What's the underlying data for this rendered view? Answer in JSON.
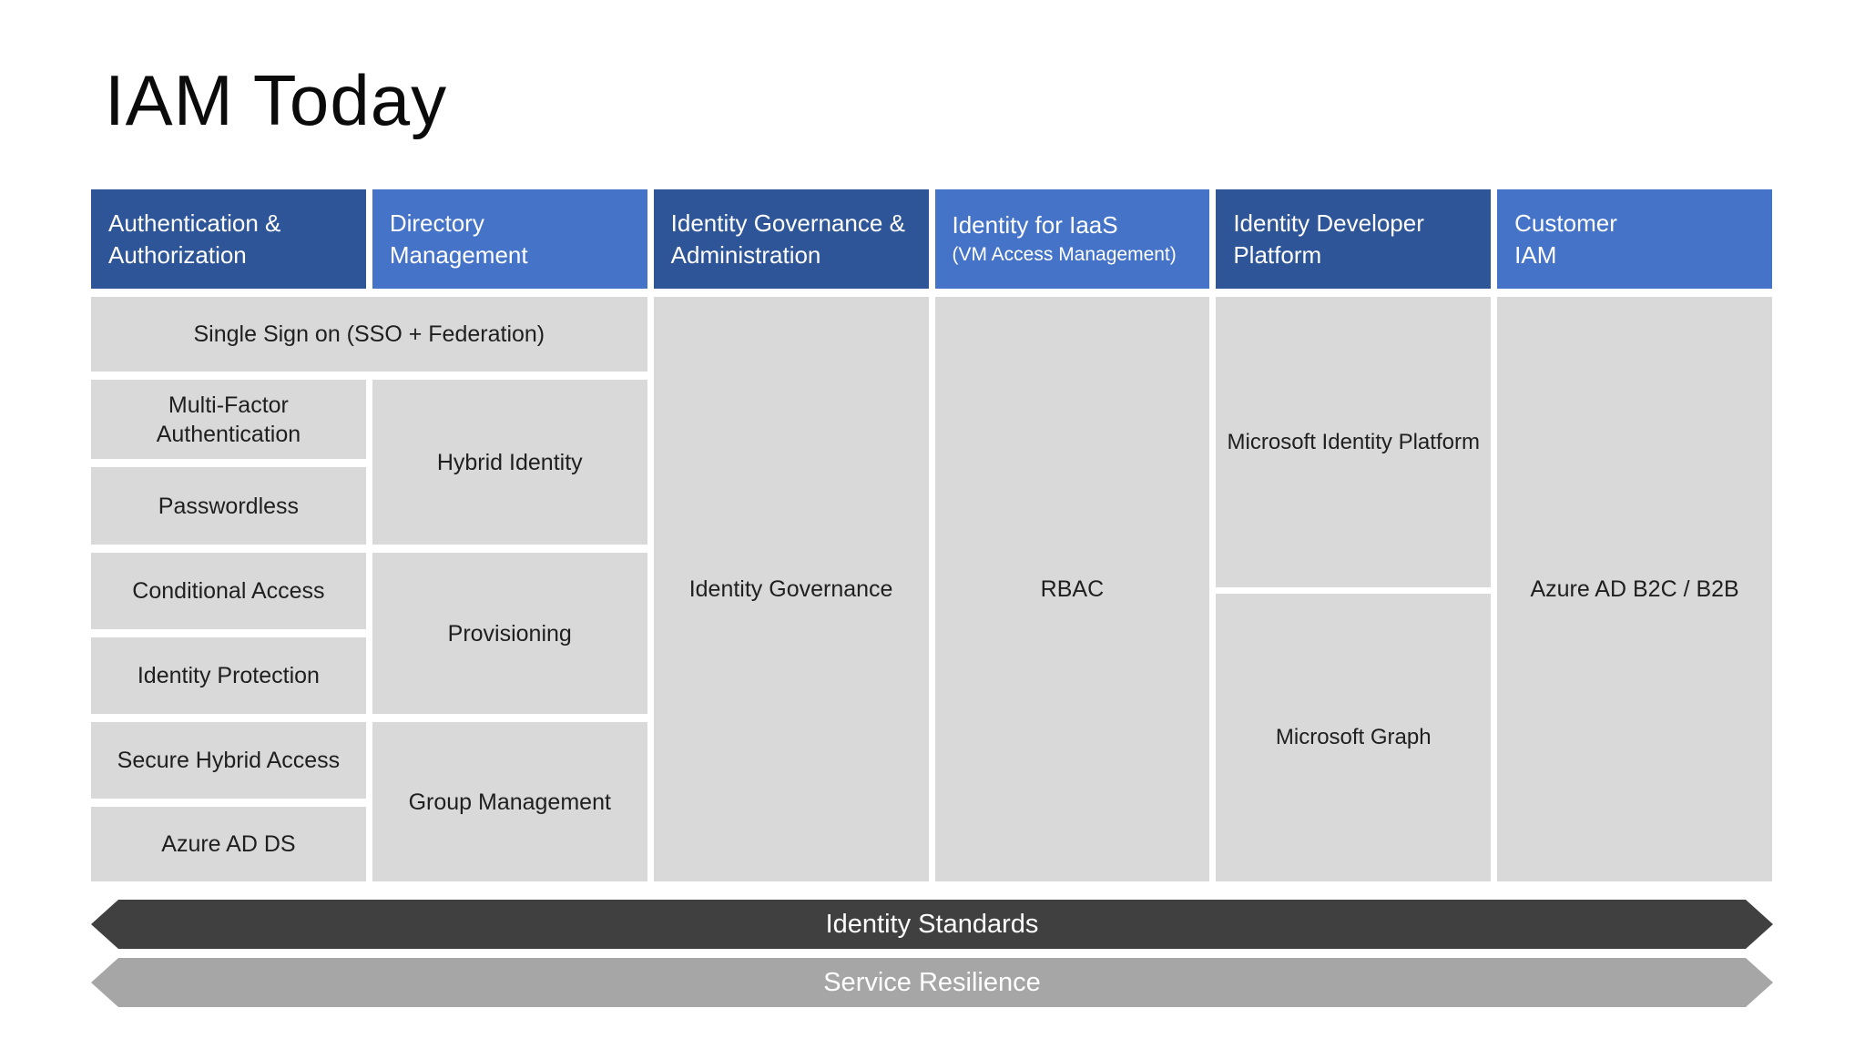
{
  "title": "IAM Today",
  "colors": {
    "header_dark_blue": "#2E5597",
    "header_light_blue": "#4573C8",
    "cell_gray": "#D9D9D9",
    "banner_dark_gray": "#404040",
    "banner_light_gray": "#A6A6A6",
    "header_text": "#FFFFFF",
    "cell_text": "#1F1F1F"
  },
  "columns": [
    {
      "header": "Authentication &\nAuthorization"
    },
    {
      "header": "Directory\nManagement"
    },
    {
      "header": "Identity Governance &\nAdministration"
    },
    {
      "header": "Identity for IaaS",
      "subheader": "(VM Access Management)"
    },
    {
      "header": "Identity Developer\nPlatform"
    },
    {
      "header": "Customer\nIAM"
    }
  ],
  "cells": {
    "sso": "Single Sign on (SSO + Federation)",
    "authentication": [
      "Multi-Factor Authentication",
      "Passwordless",
      "Conditional Access",
      "Identity Protection",
      "Secure Hybrid Access",
      "Azure AD DS"
    ],
    "directory": [
      "Hybrid Identity",
      "Provisioning",
      "Group Management"
    ],
    "governance": "Identity Governance",
    "iaas": "RBAC",
    "developer": [
      "Microsoft Identity Platform",
      "Microsoft Graph"
    ],
    "customer": "Azure AD B2C / B2B"
  },
  "banners": [
    {
      "label": "Identity Standards"
    },
    {
      "label": "Service Resilience"
    }
  ]
}
